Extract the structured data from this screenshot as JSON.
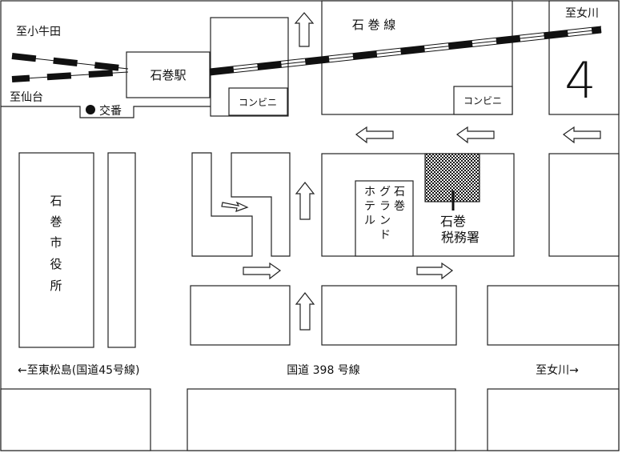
{
  "labels": {
    "to_kogota": "至小牛田",
    "to_sendai": "至仙台",
    "koban": "交番",
    "ishinomaki_station": "石巻駅",
    "convenience_store_1": "コンビニ",
    "convenience_store_2": "コンビニ",
    "ishinomaki_line": "石 巻 線",
    "to_onagawa_top": "至女川",
    "route_number": "4",
    "city_hall": [
      "石",
      "巻",
      "市",
      "役",
      "所"
    ],
    "hotel_left": [
      "ホ",
      "テ",
      "ル"
    ],
    "hotel_right": [
      "石",
      "巻",
      "グ",
      "ラ",
      "ン",
      "ド"
    ],
    "tax_office": [
      "石巻",
      "税務署"
    ],
    "to_higashimatsushima": "←至東松島(国道45号線)",
    "national_route_398": "国道 398 号線",
    "to_onagawa_bottom": "至女川→"
  },
  "colors": {
    "line": "#222222",
    "railway_dark": "#111111",
    "tax_office_hatch": "#111111"
  }
}
